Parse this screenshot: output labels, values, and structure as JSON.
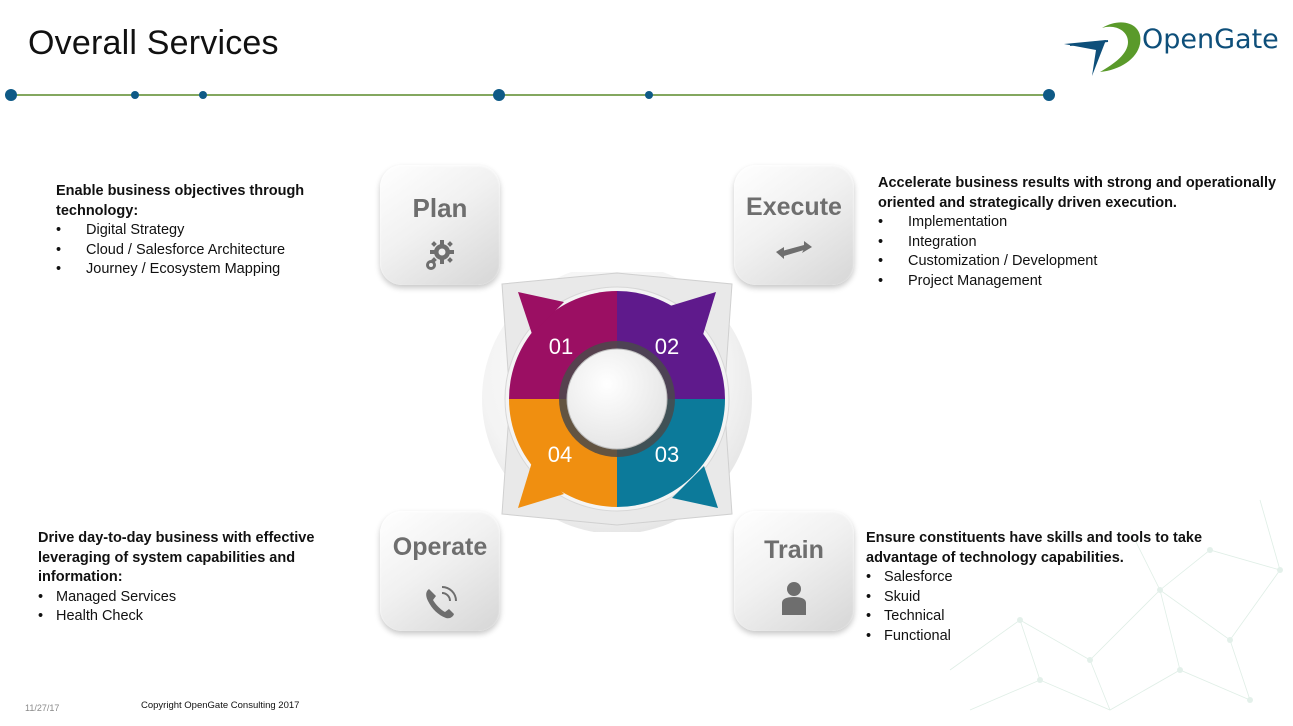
{
  "title": "Overall Services",
  "logo": {
    "text": "OpenGate",
    "text_color": "#0e4f7a",
    "swoosh_color": "#5a9a2a",
    "mark_color": "#0e4f7a"
  },
  "timeline": {
    "line_color": "#5a8a2a",
    "dot_color": "#0e5a86"
  },
  "tiles": {
    "plan": {
      "label": "Plan",
      "icon": "gear-icon"
    },
    "execute": {
      "label": "Execute",
      "icon": "swap-arrows-icon"
    },
    "operate": {
      "label": "Operate",
      "icon": "phone-icon"
    },
    "train": {
      "label": "Train",
      "icon": "person-icon"
    }
  },
  "center": {
    "segments": [
      {
        "number": "01",
        "color": "#9b0f63"
      },
      {
        "number": "02",
        "color": "#5f1a8c"
      },
      {
        "number": "03",
        "color": "#0c7a9a"
      },
      {
        "number": "04",
        "color": "#f08f10"
      }
    ]
  },
  "blocks": {
    "plan": {
      "lead": "Enable business objectives through technology:",
      "items": [
        "Digital Strategy",
        "Cloud / Salesforce Architecture",
        "Journey / Ecosystem Mapping"
      ]
    },
    "execute": {
      "lead": "Accelerate business results with strong and operationally oriented and strategically driven execution.",
      "items": [
        "Implementation",
        "Integration",
        "Customization / Development",
        "Project Management"
      ]
    },
    "operate": {
      "lead": "Drive day-to-day business with effective leveraging of system capabilities and information:",
      "items": [
        "Managed Services",
        "Health Check"
      ]
    },
    "train": {
      "lead": "Ensure constituents have skills and tools to take advantage of technology capabilities.",
      "items": [
        "Salesforce",
        "Skuid",
        "Technical",
        "Functional"
      ]
    }
  },
  "footer": {
    "date": "11/27/17",
    "copyright": "Copyright OpenGate Consulting 2017"
  }
}
